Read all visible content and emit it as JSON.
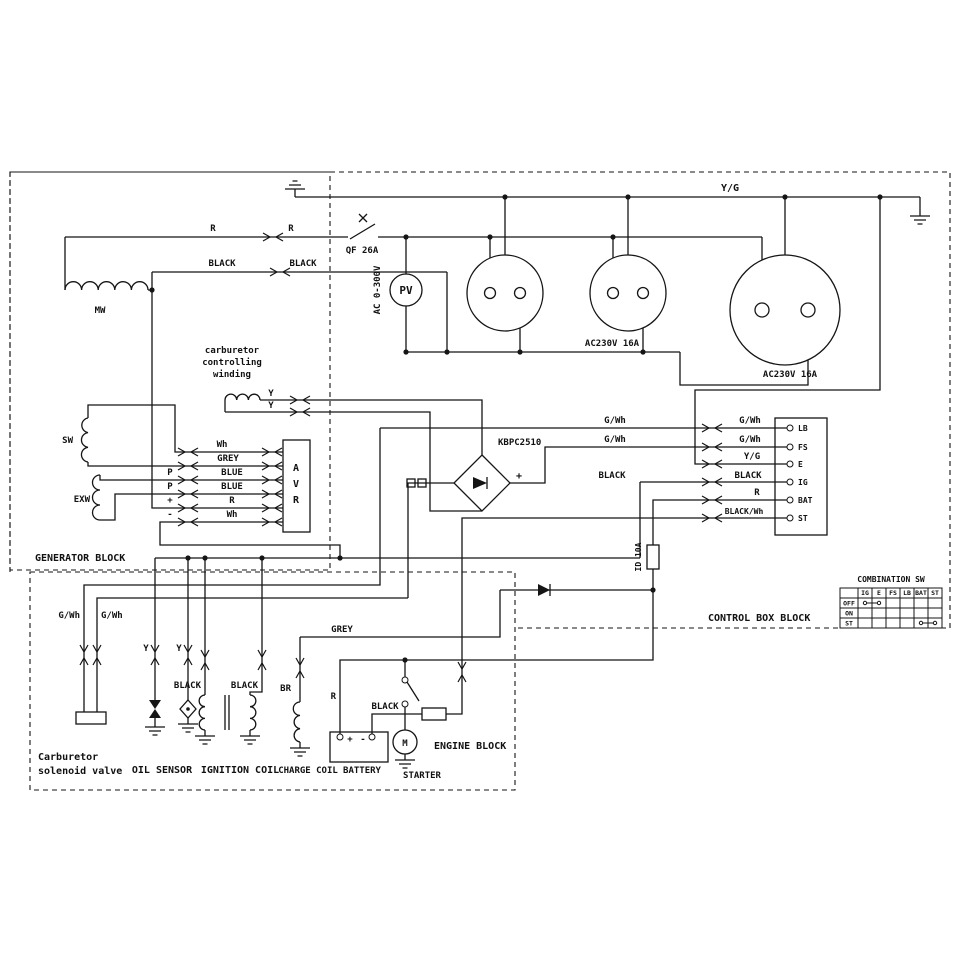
{
  "blocks": {
    "generator": "GENERATOR BLOCK",
    "control": "CONTROL BOX BLOCK",
    "engine": "ENGINE BLOCK"
  },
  "top": {
    "yg": "Y/G",
    "r1": "R",
    "r2": "R",
    "qf": "QF 26A",
    "black1": "BLACK",
    "black2": "BLACK",
    "pv": "PV",
    "pv_range": "AC 0-300V",
    "ac1": "AC230V 16A",
    "ac2": "AC230V 16A"
  },
  "gen": {
    "mw": "MW",
    "sw": "SW",
    "exw": "EXW",
    "carb": [
      "carburetor",
      "controlling",
      "winding"
    ],
    "y1": "Y",
    "y2": "Y",
    "avr": [
      "A",
      "V",
      "R"
    ],
    "pins": {
      "wh1": "Wh",
      "grey": "GREY",
      "p1": "P",
      "blue1": "BLUE",
      "p2": "P",
      "blue2": "BLUE",
      "plus": "+",
      "r": "R",
      "minus": "-",
      "wh2": "Wh"
    },
    "kbpc": "KBPC2510",
    "kbpc_plus": "+"
  },
  "ctrl": {
    "terminals": [
      "LB",
      "FS",
      "E",
      "IG",
      "BAT",
      "ST"
    ],
    "lb_wire_mid": "G/Wh",
    "lb_wire": "G/Wh",
    "fs_wire_mid": "G/Wh",
    "fs_wire": "G/Wh",
    "e_wire": "Y/G",
    "ig_wire_mid": "BLACK",
    "ig_wire": "BLACK",
    "bat_wire": "R",
    "st_wire": "BLACK/Wh",
    "fuse": "ID 10A"
  },
  "table": {
    "title": "COMBINATION SW",
    "cols": [
      "IG",
      "E",
      "FS",
      "LB",
      "BAT",
      "ST"
    ],
    "rows": [
      "OFF",
      "ON",
      "ST"
    ]
  },
  "eng": {
    "sol1": "Carburetor",
    "sol2": "solenoid valve",
    "gwh1": "G/Wh",
    "gwh2": "G/Wh",
    "oil": "OIL SENSOR",
    "y1": "Y",
    "y2": "Y",
    "ign": "IGNITION COIL",
    "black1": "BLACK",
    "black2": "BLACK",
    "charge": "CHARGE COIL",
    "br": "BR",
    "battery": "BATTERY",
    "plus": "+",
    "minus": "-",
    "r": "R",
    "black3": "BLACK",
    "grey": "GREY",
    "starter": "STARTER",
    "m": "M"
  }
}
